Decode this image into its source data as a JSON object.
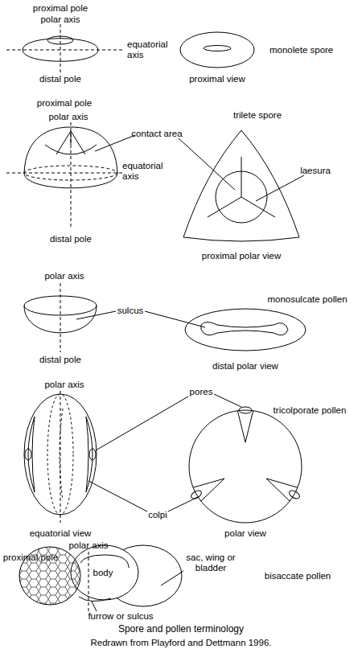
{
  "diagram": {
    "caption": "Spore and pollen terminology",
    "labels": [
      "proximal pole",
      "polar axis",
      "equatorial axis",
      "distal pole",
      "monolete spore",
      "proximal view",
      "proximal pole",
      "polar axis",
      "contact area",
      "equatorial axis",
      "trilete spore",
      "laesura",
      "distal pole",
      "proximal polar view",
      "polar axis",
      "sulcus",
      "monosulcate pollen",
      "distal pole",
      "distal polar view",
      "polar axis",
      "pores",
      "tricolporate pollen",
      "colpi",
      "equatorial view",
      "polar view",
      "polar axis",
      "proximal pole",
      "sac, wing or bladder",
      "body",
      "bisaccate pollen",
      "furrow or sulcus",
      "Redrawn from Playford and Dettmann 1996."
    ]
  }
}
